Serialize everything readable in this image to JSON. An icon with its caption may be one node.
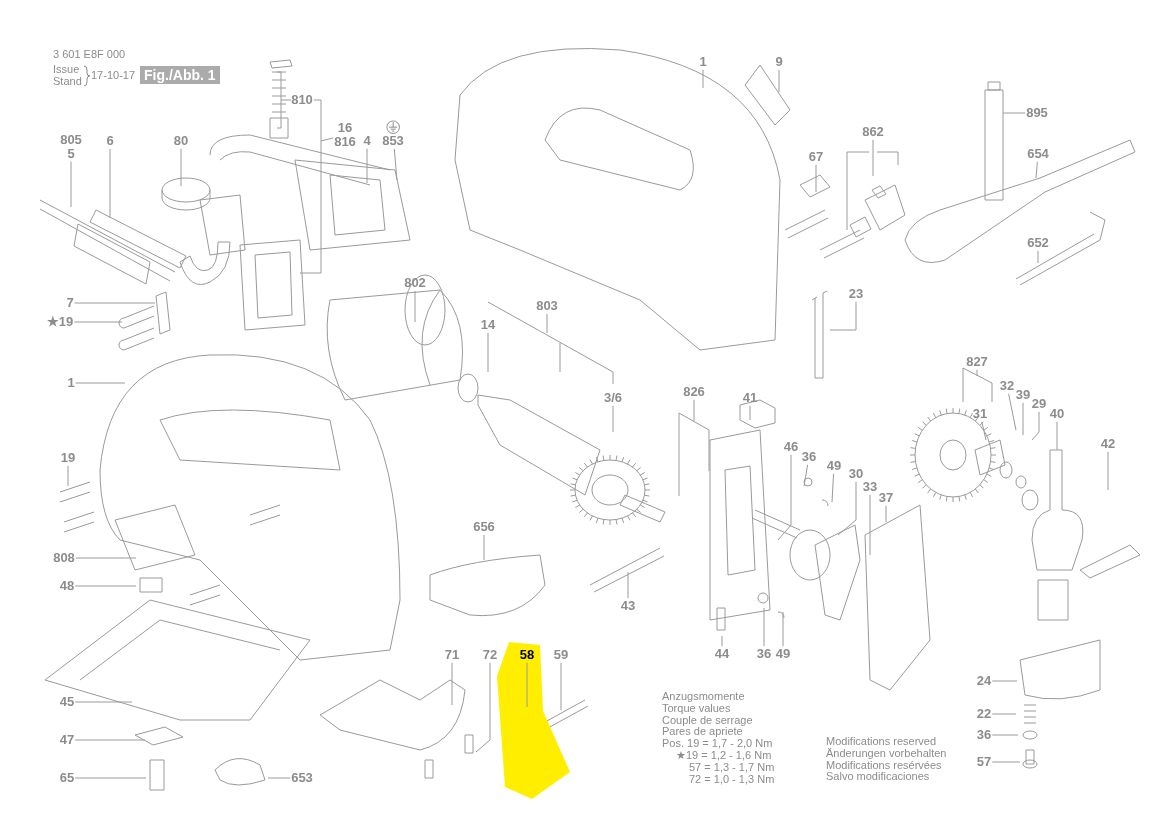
{
  "diagram": {
    "nodes": [
      {
        "text": [
          "805",
          "5"
        ]
      },
      {
        "text": [
          "6"
        ]
      },
      {
        "text": [
          "80"
        ]
      },
      {
        "text": [
          "810"
        ]
      },
      {
        "text": [
          "16",
          "816"
        ]
      },
      {
        "text": [
          "4"
        ]
      },
      {
        "text": [
          "853"
        ]
      },
      {
        "text": [
          "7"
        ]
      },
      {
        "text": [
          "★19"
        ]
      },
      {
        "text": [
          "802"
        ]
      },
      {
        "text": [
          "14"
        ]
      },
      {
        "text": [
          "803"
        ]
      },
      {
        "text": [
          "1"
        ]
      },
      {
        "text": [
          "9"
        ]
      },
      {
        "text": [
          "67"
        ]
      },
      {
        "text": [
          "862"
        ]
      },
      {
        "text": [
          "895"
        ]
      },
      {
        "text": [
          "654"
        ]
      },
      {
        "text": [
          "652"
        ]
      },
      {
        "text": [
          "23"
        ]
      },
      {
        "text": [
          "1"
        ]
      },
      {
        "text": [
          "19"
        ]
      },
      {
        "text": [
          "3/6"
        ]
      },
      {
        "text": [
          "826"
        ]
      },
      {
        "text": [
          "41"
        ]
      },
      {
        "text": [
          "827"
        ]
      },
      {
        "text": [
          "32"
        ]
      },
      {
        "text": [
          "39"
        ]
      },
      {
        "text": [
          "29"
        ]
      },
      {
        "text": [
          "40"
        ]
      },
      {
        "text": [
          "31"
        ]
      },
      {
        "text": [
          "42"
        ]
      },
      {
        "text": [
          "46"
        ]
      },
      {
        "text": [
          "36"
        ]
      },
      {
        "text": [
          "49"
        ]
      },
      {
        "text": [
          "30"
        ]
      },
      {
        "text": [
          "33"
        ]
      },
      {
        "text": [
          "37"
        ]
      },
      {
        "text": [
          "808"
        ]
      },
      {
        "text": [
          "48"
        ]
      },
      {
        "text": [
          "656"
        ]
      },
      {
        "text": [
          "43"
        ]
      },
      {
        "text": [
          "44"
        ]
      },
      {
        "text": [
          "36"
        ]
      },
      {
        "text": [
          "49"
        ]
      },
      {
        "text": [
          "45"
        ]
      },
      {
        "text": [
          "71"
        ]
      },
      {
        "text": [
          "72"
        ]
      },
      {
        "text": [],
        "shape": "box"
      },
      {
        "text": [
          "58"
        ],
        "in": 48
      },
      {
        "text": [
          "59"
        ]
      },
      {
        "text": [
          "24"
        ]
      },
      {
        "text": [
          "22"
        ]
      },
      {
        "text": [
          "36"
        ]
      },
      {
        "text": [
          "47"
        ]
      },
      {
        "text": [
          "65"
        ]
      },
      {
        "text": [
          "653"
        ]
      },
      {
        "text": [
          "57"
        ]
      }
    ],
    "edges": [
      {
        "from": 0,
        "to": null,
        "arrow": "none"
      },
      {
        "from": 1,
        "to": null,
        "arrow": "none"
      },
      {
        "from": 2,
        "to": null,
        "arrow": "none"
      },
      {
        "from": 3,
        "to": null,
        "arrow": "none"
      },
      {
        "from": 4,
        "to": null,
        "arrow": "none"
      },
      {
        "from": 5,
        "to": null,
        "arrow": "none"
      },
      {
        "from": 6,
        "to": null,
        "arrow": "none"
      },
      {
        "from": 7,
        "to": null,
        "arrow": "none"
      },
      {
        "from": 8,
        "to": null,
        "arrow": "none"
      },
      {
        "from": 9,
        "to": null,
        "arrow": "none"
      },
      {
        "from": 10,
        "to": null,
        "arrow": "none"
      },
      {
        "from": 11,
        "to": null,
        "arrow": "none"
      },
      {
        "from": 12,
        "to": null,
        "arrow": "none"
      },
      {
        "from": 13,
        "to": null,
        "arrow": "none"
      },
      {
        "from": 14,
        "to": null,
        "arrow": "none"
      },
      {
        "from": 15,
        "to": null,
        "arrow": "none"
      },
      {
        "from": 16,
        "to": null,
        "arrow": "none"
      },
      {
        "from": 17,
        "to": null,
        "arrow": "none"
      },
      {
        "from": 18,
        "to": null,
        "arrow": "none"
      },
      {
        "from": 19,
        "to": null,
        "arrow": "none"
      },
      {
        "from": 20,
        "to": null,
        "arrow": "none"
      },
      {
        "from": 21,
        "to": null,
        "arrow": "none"
      },
      {
        "from": 22,
        "to": null,
        "arrow": "none"
      },
      {
        "from": 23,
        "to": null,
        "arrow": "none"
      },
      {
        "from": 24,
        "to": null,
        "arrow": "none"
      },
      {
        "from": 25,
        "to": null,
        "arrow": "none"
      },
      {
        "from": 26,
        "to": null,
        "arrow": "none"
      },
      {
        "from": 27,
        "to": null,
        "arrow": "none"
      },
      {
        "from": 28,
        "to": null,
        "arrow": "none"
      },
      {
        "from": 29,
        "to": null,
        "arrow": "none"
      },
      {
        "from": 30,
        "to": null,
        "arrow": "none"
      },
      {
        "from": 31,
        "to": null,
        "arrow": "none"
      },
      {
        "from": 32,
        "to": null,
        "arrow": "none"
      },
      {
        "from": 33,
        "to": null,
        "arrow": "none"
      },
      {
        "from": 34,
        "to": null,
        "arrow": "none"
      },
      {
        "from": 35,
        "to": null,
        "arrow": "none"
      },
      {
        "from": 36,
        "to": null,
        "arrow": "none"
      },
      {
        "from": 37,
        "to": null,
        "arrow": "none"
      },
      {
        "from": 38,
        "to": null,
        "arrow": "none"
      },
      {
        "from": 39,
        "to": null,
        "arrow": "none"
      },
      {
        "from": 40,
        "to": null,
        "arrow": "none"
      },
      {
        "from": 41,
        "to": null,
        "arrow": "none"
      },
      {
        "from": 42,
        "to": null,
        "arrow": "none"
      },
      {
        "from": 43,
        "to": null,
        "arrow": "none"
      },
      {
        "from": 44,
        "to": null,
        "arrow": "none"
      },
      {
        "from": 45,
        "to": null,
        "arrow": "none"
      },
      {
        "from": 46,
        "to": null,
        "arrow": "none"
      },
      {
        "from": 47,
        "to": null,
        "arrow": "none"
      },
      {
        "from": 49,
        "to": null,
        "arrow": "none"
      },
      {
        "from": 50,
        "to": null,
        "arrow": "none"
      },
      {
        "from": 51,
        "to": null,
        "arrow": "none"
      },
      {
        "from": 52,
        "to": null,
        "arrow": "none"
      },
      {
        "from": 53,
        "to": null,
        "arrow": "none"
      },
      {
        "from": 54,
        "to": null,
        "arrow": "none"
      },
      {
        "from": 55,
        "to": null,
        "arrow": "none"
      },
      {
        "from": 56,
        "to": null,
        "arrow": "none"
      },
      {
        "from": 57,
        "to": null,
        "arrow": "none"
      }
    ],
    "labels": [
      "3 601 E8F 000",
      "Issue",
      "Stand",
      "17-10-17",
      "Fig./Abb. 1",
      "Anzugsmomente",
      "Torque values",
      "Couple de serrage",
      "Pares de apriete",
      "Pos. 19 = 1,7 - 2,0 Nm",
      "★19 = 1,2 - 1,6 Nm",
      "57 = 1,3 - 1,7 Nm",
      "72 = 1,0 - 1,3 Nm",
      "Modifications reserved",
      "Änderungen vorbehalten",
      "Modifications resérvées",
      "Salvo modificaciones"
    ]
  }
}
